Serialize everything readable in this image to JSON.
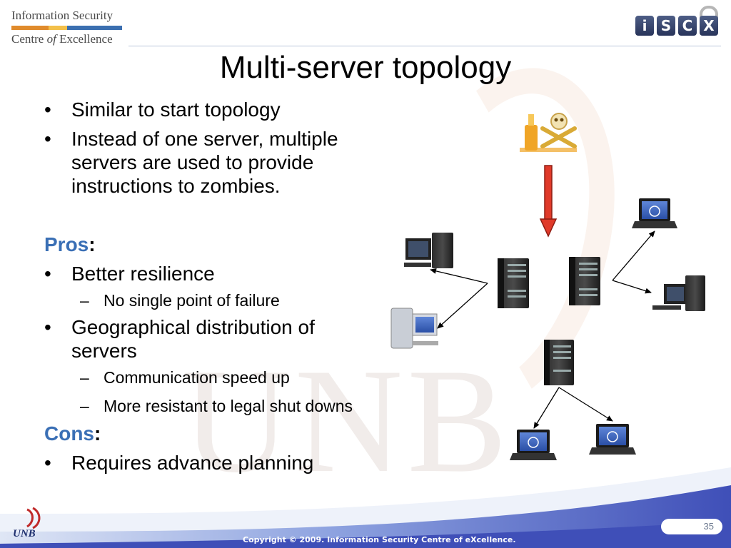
{
  "header": {
    "logo_line1": "Information Security",
    "logo_line2_pre": "Centre ",
    "logo_line2_of": "of",
    "logo_line2_post": " Excellence",
    "iscx_letters": [
      "i",
      "S",
      "C",
      "X"
    ]
  },
  "title": "Multi-server topology",
  "bullets": {
    "b1": "Similar to start topology",
    "b2_line1": "Instead of one server, multiple",
    "b2_line2": "servers are used to provide",
    "b2_line3": "instructions to zombies.",
    "pros_label": "Pros",
    "colon": ":",
    "pro1": "Better resilience",
    "pro1_sub": "No single point of failure",
    "pro2_line1": "Geographical distribution of",
    "pro2_line2": "servers",
    "pro2_sub1": "Communication speed up",
    "pro2_sub2": "More resistant to legal shut downs",
    "cons_label": "Cons",
    "con1": "Requires advance planning",
    "bullet_glyph": "•",
    "dash_glyph": "–"
  },
  "footer": {
    "copyright": "Copyright © 2009. Information Security Centre of eXcellence.",
    "page_number": "35",
    "unb_label": "UNB"
  },
  "colors": {
    "accent_blue": "#3a6fb5",
    "arrow_red": "#e03a2a",
    "footer_blue": "#3f4fb8"
  },
  "icons": [
    "attacker-icon",
    "server-icon",
    "desktop-icon",
    "laptop-icon",
    "unb-logo-icon",
    "lock-icon"
  ]
}
